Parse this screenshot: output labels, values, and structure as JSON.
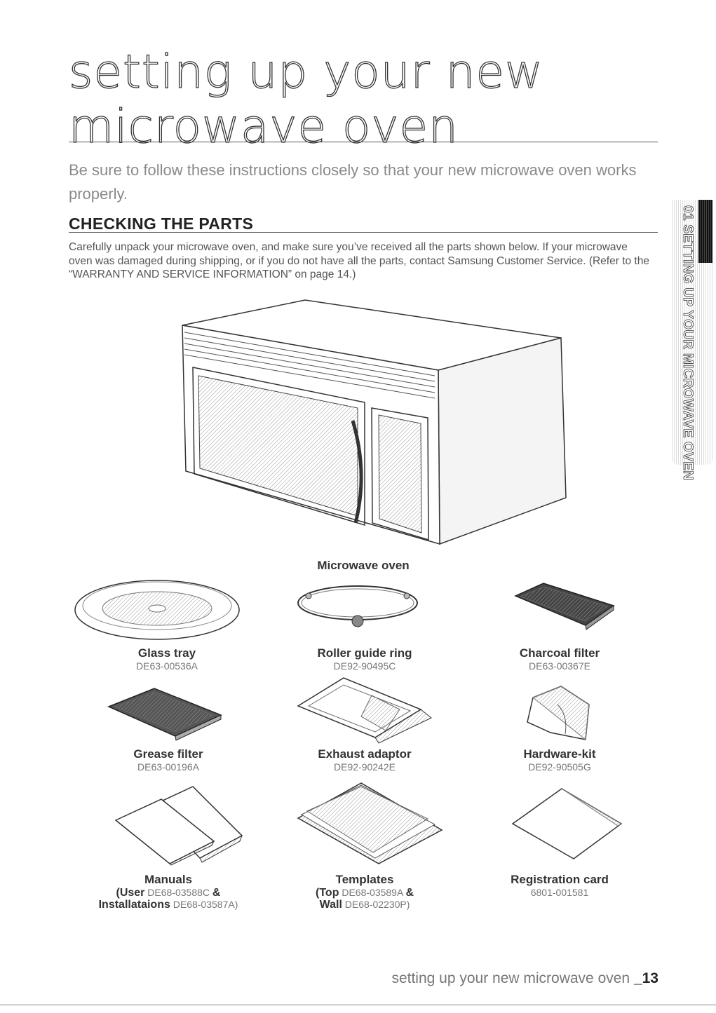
{
  "page": {
    "title_line1": "setting up your new",
    "title_line2": "microwave oven",
    "intro": "Be sure to follow these instructions closely so that your new microwave oven works properly.",
    "side_tab": "01 SETTING UP YOUR MICROWAVE OVEN"
  },
  "section": {
    "heading": "CHECKING THE PARTS",
    "body": "Carefully unpack your microwave oven, and make sure you’ve received all the parts shown below. If your microwave oven was damaged during shipping, or if you do not have all the parts, contact Samsung Customer Service. (Refer to the “WARRANTY AND SERVICE INFORMATION” on page 14.)"
  },
  "parts": {
    "oven": {
      "name": "Microwave oven"
    },
    "glass_tray": {
      "name": "Glass tray",
      "code": "DE63-00536A"
    },
    "roller_ring": {
      "name": "Roller guide ring",
      "code": "DE92-90495C"
    },
    "charcoal_filter": {
      "name": "Charcoal filter",
      "code": "DE63-00367E"
    },
    "grease_filter": {
      "name": "Grease filter",
      "code": "DE63-00196A"
    },
    "exhaust_adaptor": {
      "name": "Exhaust adaptor",
      "code": "DE92-90242E"
    },
    "hardware_kit": {
      "name": "Hardware-kit",
      "code": "DE92-90505G"
    },
    "manuals": {
      "name": "Manuals",
      "line1_label": "(User",
      "line1_code": "DE68-03588C",
      "line1_amp": "&",
      "line2_label": "Installataions",
      "line2_code": "DE68-03587A)"
    },
    "templates": {
      "name": "Templates",
      "line1_label": "(Top",
      "line1_code": "DE68-03589A",
      "line1_amp": "&",
      "line2_label": "Wall",
      "line2_code": "DE68-02230P)"
    },
    "registration_card": {
      "name": "Registration card",
      "code": "6801-001581"
    }
  },
  "footer": {
    "text": "setting up your new microwave oven",
    "page_number": "_13"
  }
}
